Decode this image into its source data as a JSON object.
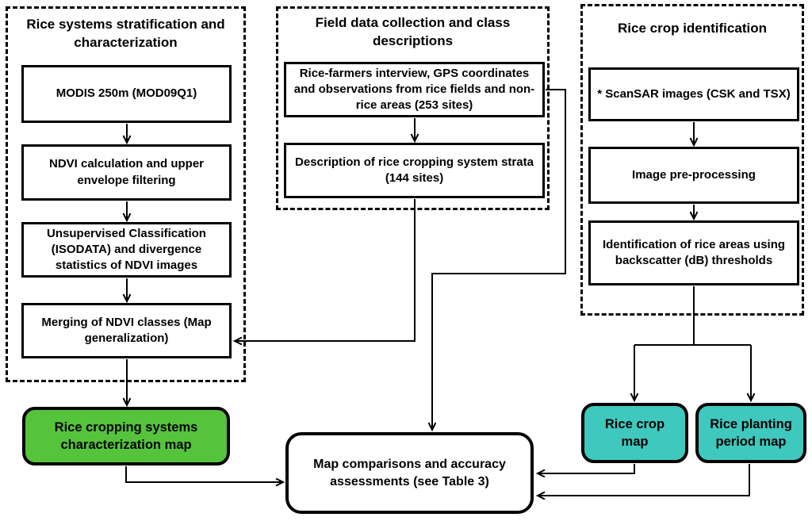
{
  "groups": {
    "stratification": {
      "title": "Rice systems stratification and characterization",
      "boxes": {
        "modis": "MODIS 250m (MOD09Q1)",
        "ndvi": "NDVI calculation and upper envelope filtering",
        "unsupervised": "Unsupervised Classification (ISODATA) and divergence statistics of NDVI images",
        "merging": "Merging of NDVI classes (Map generalization)"
      }
    },
    "field_data": {
      "title": "Field data collection and class descriptions",
      "boxes": {
        "interview": "Rice-farmers interview, GPS coordinates and observations from rice fields and non-rice areas (253 sites)",
        "description": "Description of rice cropping system strata (144 sites)"
      }
    },
    "identification": {
      "title": "Rice crop identification",
      "boxes": {
        "scansar": "* ScanSAR images (CSK and TSX)",
        "preprocessing": "Image pre-processing",
        "thresholds": "Identification of rice areas using backscatter (dB) thresholds"
      }
    }
  },
  "outputs": {
    "characterization_map": {
      "label": "Rice cropping systems characterization map",
      "color": "#55c43c"
    },
    "rice_crop_map": {
      "label": "Rice crop map",
      "color": "#3ec8be"
    },
    "planting_period_map": {
      "label": "Rice planting period map",
      "color": "#3ec8be"
    }
  },
  "final_box": {
    "label": "Map comparisons and accuracy assessments (see Table 3)",
    "color": "#ffffff"
  },
  "colors": {
    "line": "#000000",
    "border": "#000000",
    "background": "#ffffff"
  }
}
